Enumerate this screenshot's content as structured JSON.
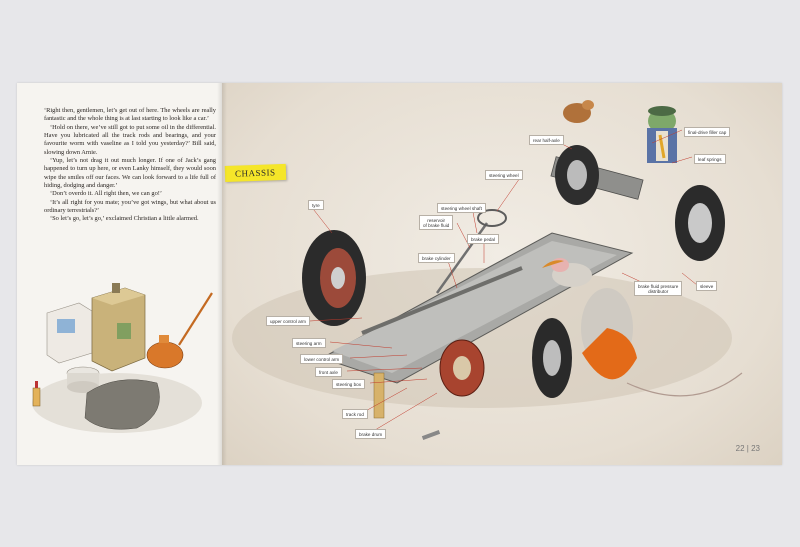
{
  "story": {
    "paragraphs": [
      "‘Right then, gentlemen, let’s get out of here. The wheels are really fantastic and the whole thing is at last starting to look like a car.’",
      "‘Hold on there, we’ve still got to put some oil in the differential. Have you lubricated all the track rods and bearings, and your favourite worm with vaseline as I told you yesterday?’ Bill said, slowing down Arnie.",
      "‘Yup, let’s not drag it out much longer. If one of Jack’s gang happened to turn up here, or even Lanky himself, they would soon wipe the smiles off our faces. We can look forward to a life full of hiding, dodging and danger.’",
      "‘Don’t overdo it. All right then, we can go!’",
      "‘It’s all right for you mate; you’ve got wings, but what about us ordinary terrestrials?’",
      "‘So let’s go, let’s go,’ exclaimed Christian a little alarmed."
    ]
  },
  "title": "CHASSIS",
  "labels": {
    "rear_half_axle": "rear half-axle",
    "final_drive_filler_cap": "final-drive filler cap",
    "leaf_springs": "leaf springs",
    "steering_wheel": "steering wheel",
    "tyre": "tyre",
    "steering_wheel_shaft": "steering wheel shaft",
    "reservoir_brake_fluid": "reservoir\nof brake fluid",
    "brake_pedal": "brake pedal",
    "brake_cylinder": "brake cylinder",
    "brake_fluid_pressure_distributor": "brake fluid pressure\ndistributor",
    "sleeve": "sleeve",
    "upper_control_arm": "upper control arm",
    "steering_arm": "steering arm",
    "lower_control_arm": "lower control arm",
    "front_axle": "front axle",
    "steering_box": "steering box",
    "track_rod": "track rod",
    "brake_drum": "brake drum"
  },
  "page_numbers": "22 | 23",
  "colors": {
    "title_bg": "#f5e629",
    "leader_line": "#c0392b"
  }
}
